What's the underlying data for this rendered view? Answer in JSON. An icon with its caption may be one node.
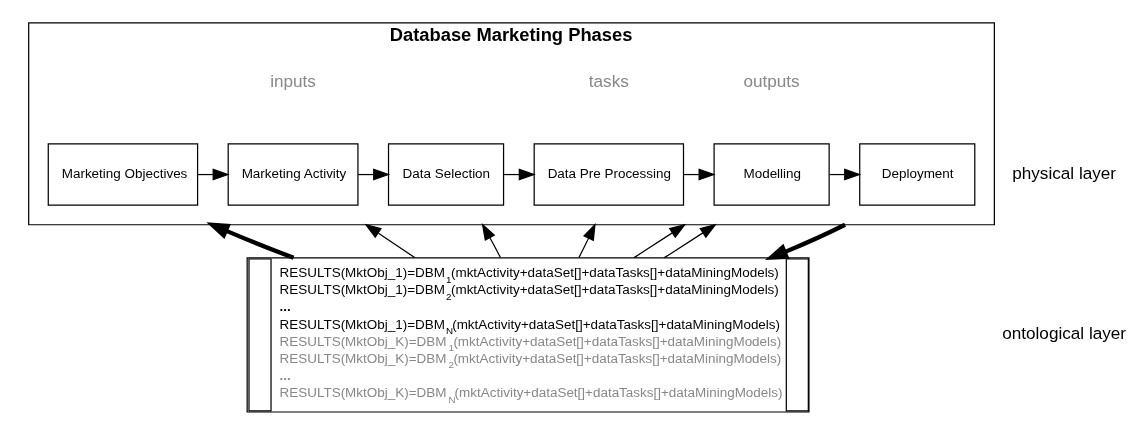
{
  "diagram": {
    "nodes": [
      {
        "text": [
          "Database Marketing Phases"
        ]
      },
      {
        "text": [
          "Marketing Objectives"
        ],
        "in": 0
      },
      {
        "text": [
          "Marketing Activity"
        ],
        "in": 0
      },
      {
        "text": [
          "Data Selection"
        ],
        "in": 0
      },
      {
        "text": [
          "Data Pre Processing"
        ],
        "in": 0
      },
      {
        "text": [
          "Modelling"
        ],
        "in": 0
      },
      {
        "text": [
          "Deployment"
        ],
        "in": 0
      },
      {
        "text": [
          "RESULTS(MktObj_1)=DBM$_{1}$(mktActivity+dataSet[]+dataTasks[]+dataMiningModels)",
          "RESULTS(MktObj_1)=DBM$_{2}$(mktActivity+dataSet[]+dataTasks[]+dataMiningModels)",
          "...",
          "RESULTS(MktObj_1)=DBM$_{N}$(mktActivity+dataSet[]+dataTasks[]+dataMiningModels)",
          "RESULTS(MktObj_K)=DBM$_{1}$(mktActivity+dataSet[]+dataTasks[]+dataMiningModels)",
          "RESULTS(MktObj_K)=DBM$_{2}$(mktActivity+dataSet[]+dataTasks[]+dataMiningModels)",
          "...",
          "RESULTS(MktObj_K)=DBM$_{N}$(mktActivity+dataSet[]+dataTasks[]+dataMiningModels)"
        ]
      }
    ],
    "edges": [
      {
        "from": 1,
        "to": 2,
        "arrow": "to"
      },
      {
        "from": 2,
        "to": 3,
        "arrow": "to"
      },
      {
        "from": 3,
        "to": 4,
        "arrow": "to"
      },
      {
        "from": 4,
        "to": 5,
        "arrow": "to"
      },
      {
        "from": 5,
        "to": 6,
        "arrow": "to"
      },
      {
        "from": 7,
        "to": 0,
        "arrow": "to",
        "style": "thick"
      },
      {
        "from": 7,
        "to": 0,
        "arrow": "to"
      },
      {
        "from": 7,
        "to": 0,
        "arrow": "to"
      },
      {
        "from": 7,
        "to": 0,
        "arrow": "to"
      },
      {
        "from": 7,
        "to": 0,
        "arrow": "to"
      },
      {
        "from": 7,
        "to": 0,
        "arrow": "to"
      },
      {
        "from": 0,
        "to": 7,
        "arrow": "to",
        "style": "thick"
      }
    ],
    "labels": [
      "inputs",
      "tasks",
      "outputs",
      "physical layer",
      "ontological layer"
    ]
  }
}
